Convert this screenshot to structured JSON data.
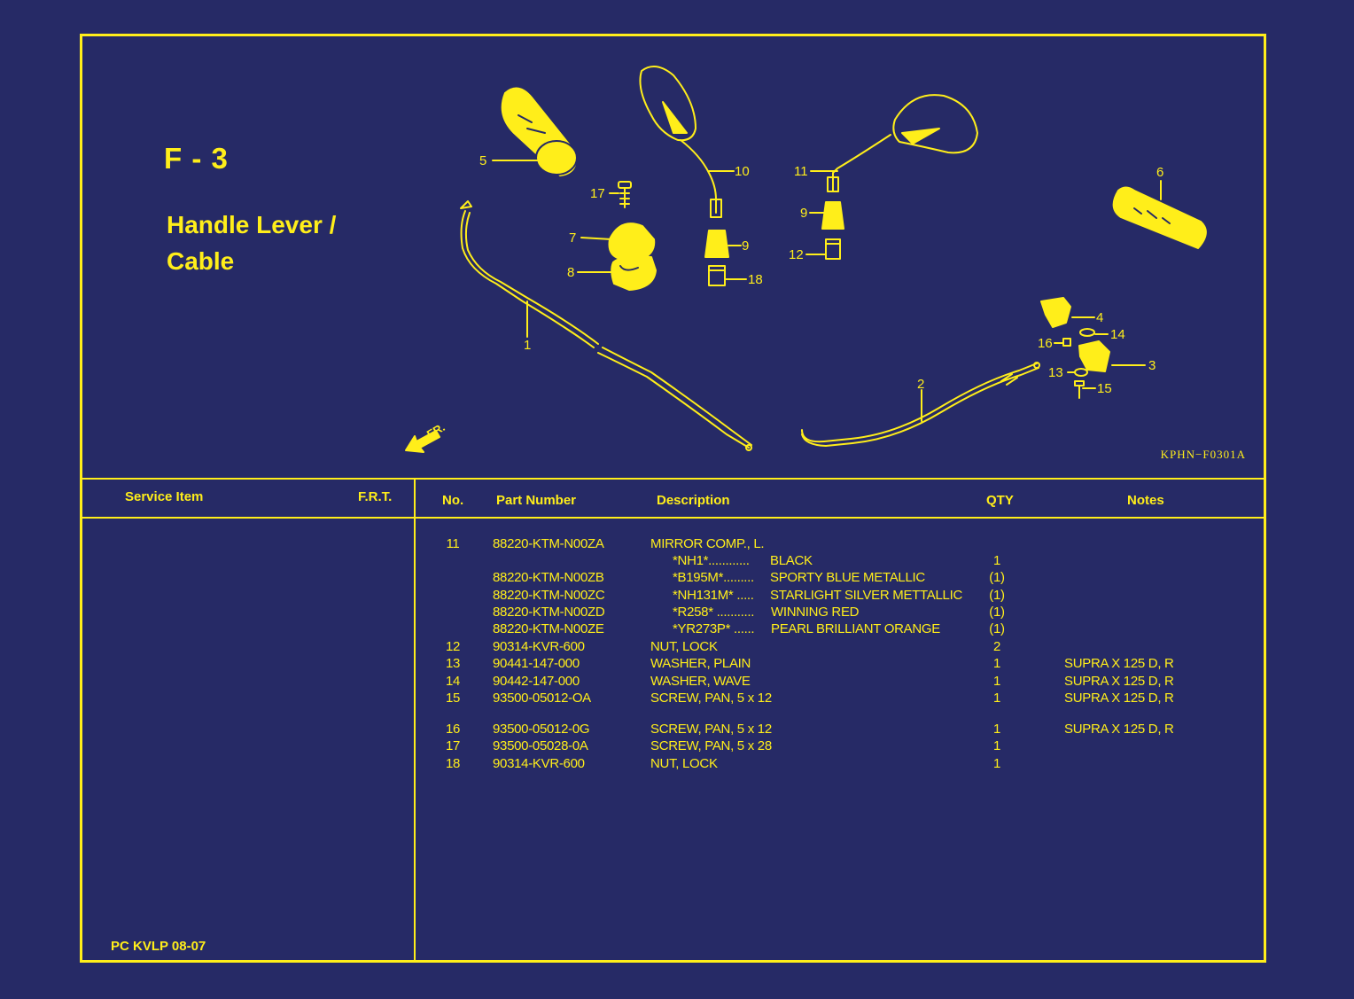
{
  "section": {
    "id": "F - 3",
    "title": "Handle Lever / Cable"
  },
  "diagram": {
    "code": "KPHN−F0301A",
    "direction_label": "FR.",
    "callouts": [
      "5",
      "17",
      "7",
      "8",
      "10",
      "9",
      "18",
      "11",
      "9",
      "12",
      "6",
      "1",
      "2",
      "4",
      "14",
      "16",
      "3",
      "13",
      "15"
    ]
  },
  "service_header": {
    "service_item": "Service Item",
    "frt": "F.R.T."
  },
  "parts_header": {
    "no": "No.",
    "part_number": "Part Number",
    "description": "Description",
    "qty": "QTY",
    "notes": "Notes"
  },
  "parts": [
    {
      "no": "11",
      "part_number": "88220-KTM-N00ZA",
      "description": "MIRROR COMP., L.",
      "color_code": "",
      "color_name": "",
      "qty": "",
      "notes": ""
    },
    {
      "no": "",
      "part_number": "",
      "description": "",
      "color_code": "*NH1*............",
      "color_name": "BLACK",
      "qty": "1",
      "notes": ""
    },
    {
      "no": "",
      "part_number": "88220-KTM-N00ZB",
      "description": "",
      "color_code": "*B195M*.........",
      "color_name": "SPORTY BLUE METALLIC",
      "qty": "(1)",
      "notes": ""
    },
    {
      "no": "",
      "part_number": "88220-KTM-N00ZC",
      "description": "",
      "color_code": "*NH131M* .....",
      "color_name": "STARLIGHT SILVER METTALLIC",
      "qty": "(1)",
      "notes": ""
    },
    {
      "no": "",
      "part_number": "88220-KTM-N00ZD",
      "description": "",
      "color_code": "*R258* ...........",
      "color_name": "WINNING RED",
      "qty": "(1)",
      "notes": ""
    },
    {
      "no": "",
      "part_number": "88220-KTM-N00ZE",
      "description": "",
      "color_code": "*YR273P* ......",
      "color_name": "PEARL BRILLIANT ORANGE",
      "qty": "(1)",
      "notes": ""
    },
    {
      "no": "12",
      "part_number": "90314-KVR-600",
      "description": "NUT, LOCK",
      "color_code": "",
      "color_name": "",
      "qty": "2",
      "notes": ""
    },
    {
      "no": "13",
      "part_number": "90441-147-000",
      "description": "WASHER, PLAIN",
      "color_code": "",
      "color_name": "",
      "qty": "1",
      "notes": "SUPRA X 125 D, R"
    },
    {
      "no": "14",
      "part_number": "90442-147-000",
      "description": "WASHER, WAVE",
      "color_code": "",
      "color_name": "",
      "qty": "1",
      "notes": "SUPRA X 125 D, R"
    },
    {
      "no": "15",
      "part_number": "93500-05012-OA",
      "description": "SCREW, PAN, 5 x 12",
      "color_code": "",
      "color_name": "",
      "qty": "1",
      "notes": "SUPRA X 125 D, R"
    },
    {
      "no": "16",
      "part_number": "93500-05012-0G",
      "description": "SCREW, PAN, 5 x 12",
      "color_code": "",
      "color_name": "",
      "qty": "1",
      "notes": "SUPRA X 125 D, R"
    },
    {
      "no": "17",
      "part_number": "93500-05028-0A",
      "description": "SCREW, PAN, 5 x 28",
      "color_code": "",
      "color_name": "",
      "qty": "1",
      "notes": ""
    },
    {
      "no": "18",
      "part_number": "90314-KVR-600",
      "description": "NUT, LOCK",
      "color_code": "",
      "color_name": "",
      "qty": "1",
      "notes": ""
    }
  ],
  "footer": "PC KVLP 08-07",
  "colors": {
    "background": "#262a66",
    "line": "#ffee1a"
  }
}
